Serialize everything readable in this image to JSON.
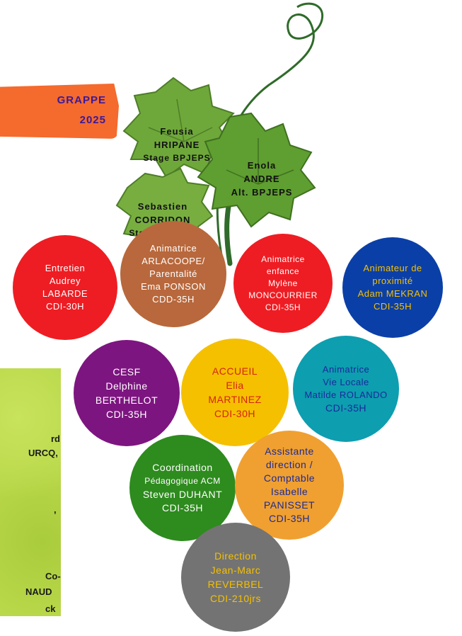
{
  "banner": {
    "line1": "GRAPPE",
    "line2": "2025"
  },
  "panel": {
    "lines": [
      "rd",
      "URCQ,",
      ",",
      "Co-",
      "NAUD",
      "ck"
    ]
  },
  "leaves": {
    "feusia": {
      "l1": "Feusia",
      "l2": "HRIPANE",
      "l3": "Stage  BPJEPS"
    },
    "enola": {
      "l1": "Enola",
      "l2": "ANDRE",
      "l3": "Alt. BPJEPS"
    },
    "sebastien": {
      "l1": "Sebastien",
      "l2": "CORRIDON",
      "l3": "Stage  BPJEPS"
    }
  },
  "circles": {
    "entretien": {
      "l1": "Entretien",
      "l2": "Audrey",
      "l3": "LABARDE",
      "l4": "CDI-30H",
      "color": "#ee1d23"
    },
    "arlacoope": {
      "l1": "Animatrice",
      "l2": "ARLACOOPE/",
      "l3": "Parentalité",
      "l4": "Ema PONSON",
      "l5": "CDD-35H",
      "color": "#b8683c"
    },
    "enfance": {
      "l1": "Animatrice",
      "l2": "enfance",
      "l3": "Mylène",
      "l4": "MONCOURRIER",
      "l5": "CDI-35H",
      "color": "#ee1d23"
    },
    "proximite": {
      "l1": "Animateur de",
      "l2": "proximité",
      "l3": "Adam MEKRAN",
      "l4": "CDI-35H",
      "color": "#0b3fa8"
    },
    "cesf": {
      "l1": "CESF",
      "l2": "Delphine",
      "l3": "BERTHELOT",
      "l4": "CDI-35H",
      "color": "#7d1580"
    },
    "accueil": {
      "l1": "ACCUEIL",
      "l2": "Elia",
      "l3": "MARTINEZ",
      "l4": "CDI-30H",
      "color": "#f5c000"
    },
    "vielocale": {
      "l1": "Animatrice",
      "l2": "Vie Locale",
      "l3": "Matilde ROLANDO",
      "l4": "CDI-35H",
      "color": "#0d9eb0"
    },
    "coordination": {
      "l1": "Coordination",
      "l2": "Pédagogique ACM",
      "l3": "Steven DUHANT",
      "l4": "CDI-35H",
      "color": "#2e8b1e"
    },
    "assistante": {
      "l1": "Assistante",
      "l2": "direction /",
      "l3": "Comptable",
      "l4": "Isabelle",
      "l5": "PANISSET",
      "l6": "CDI-35H",
      "color": "#f0a030"
    },
    "direction": {
      "l1": "Direction",
      "l2": "Jean-Marc",
      "l3": "REVERBEL",
      "l4": "CDI-210jrs",
      "color": "#737373"
    }
  }
}
